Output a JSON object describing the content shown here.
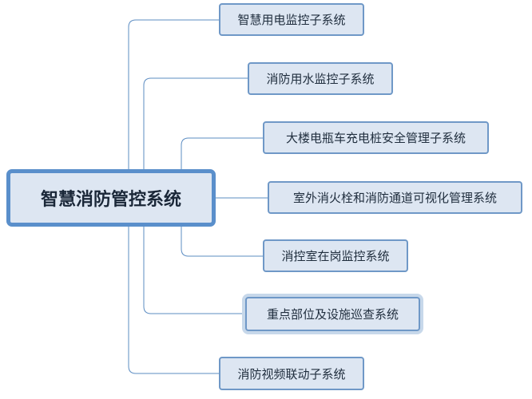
{
  "root": {
    "label": "智慧消防管控系统"
  },
  "branches": [
    {
      "label": "智慧用电监控子系统"
    },
    {
      "label": "消防用水监控子系统"
    },
    {
      "label": "大楼电瓶车充电桩安全管理子系统"
    },
    {
      "label": "室外消火栓和消防通道可视化管理系统"
    },
    {
      "label": "消控室在岗监控系统"
    },
    {
      "label": "重点部位及设施巡查系统"
    },
    {
      "label": "消防视频联动子系统"
    }
  ],
  "colors": {
    "line": "#5b8cc2",
    "node_fill": "#dde6f2",
    "node_border": "#6f98c7",
    "root_border": "#5a8fcb"
  }
}
